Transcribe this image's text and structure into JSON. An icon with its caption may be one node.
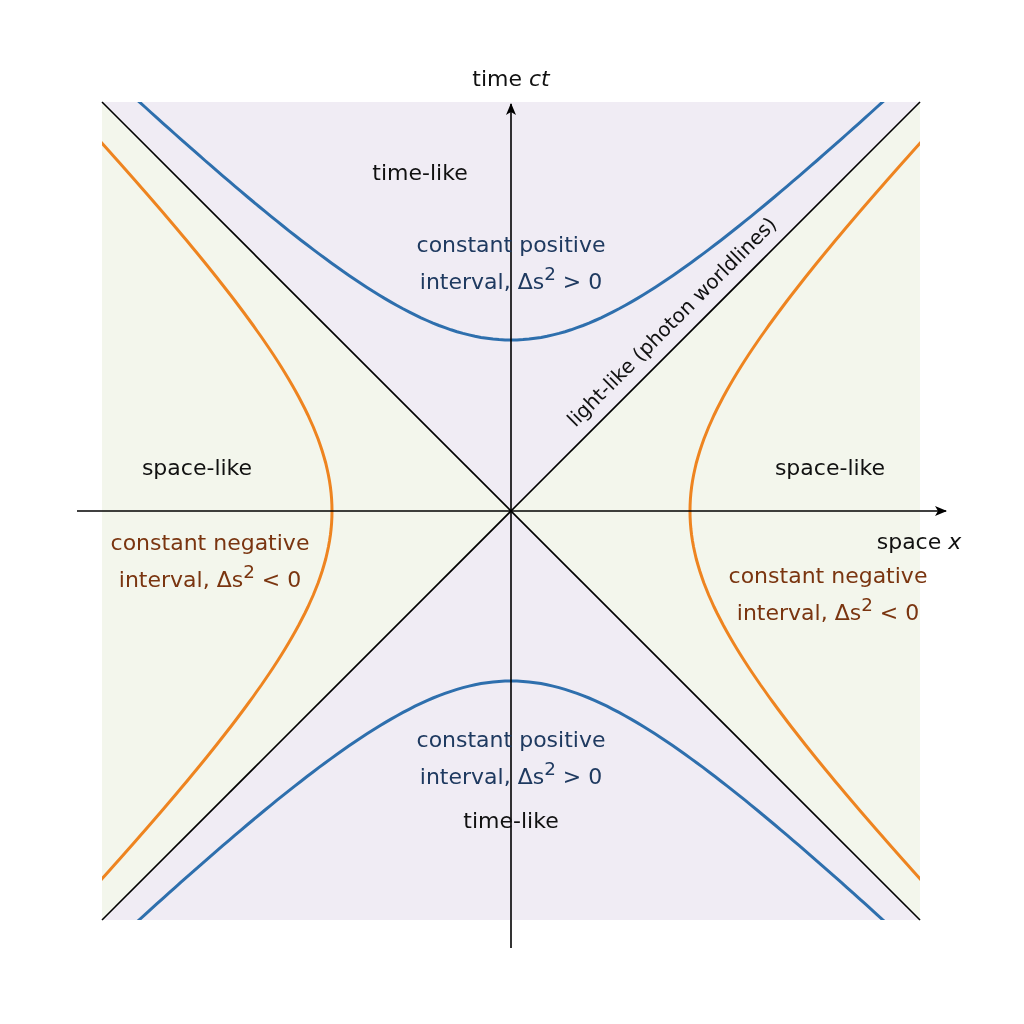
{
  "diagram": {
    "labels": [
      "time *ct*",
      "time-like",
      "constant positive interval, Δs$^{2}$ > 0",
      "light-like (photon worldlines)",
      "space-like",
      "space-like",
      "space *x*",
      "constant negative interval, Δs$^{2}$ < 0",
      "constant negative interval, Δs$^{2}$ < 0",
      "constant positive interval, Δs$^{2}$ > 0",
      "time-like"
    ]
  }
}
